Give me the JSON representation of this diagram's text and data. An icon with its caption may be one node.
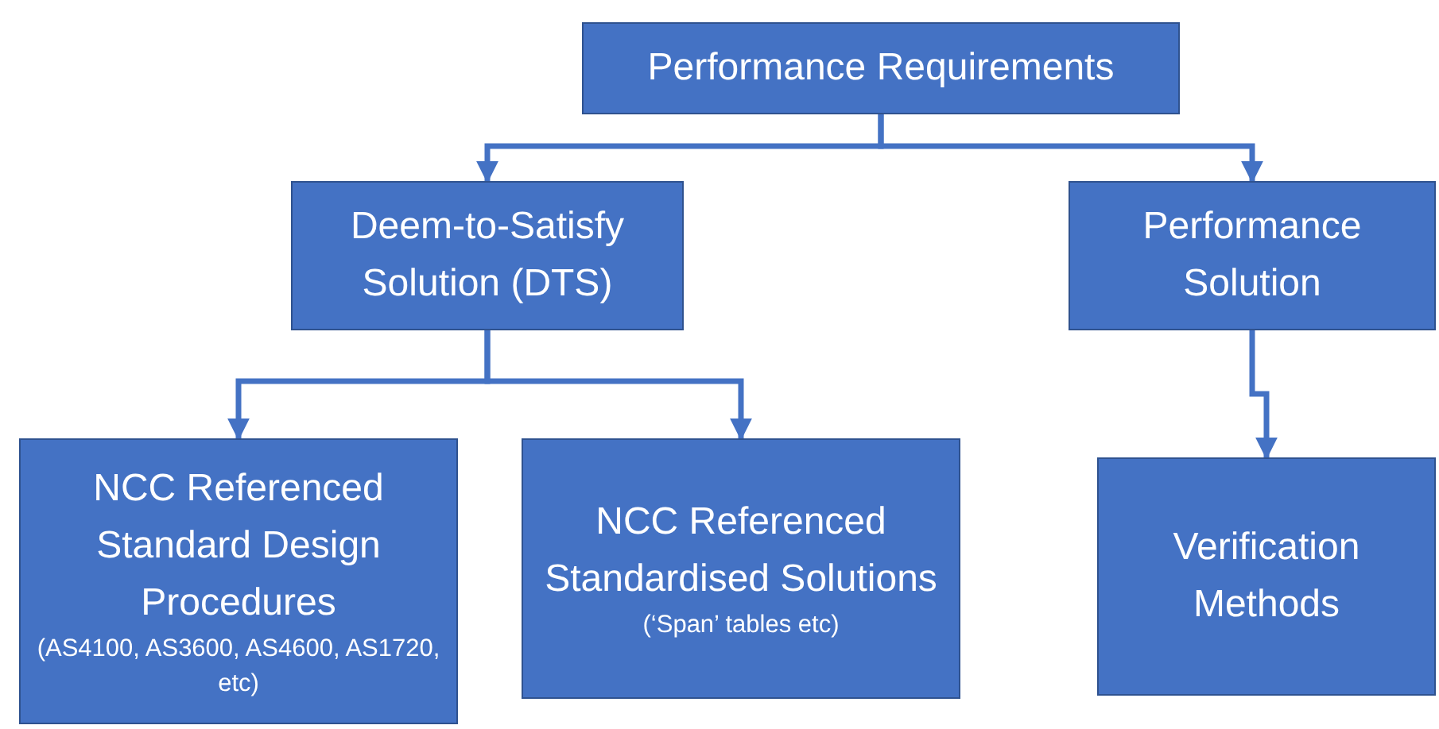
{
  "diagram": {
    "nodes": [
      {
        "text": [
          "Performance Requirements"
        ]
      },
      {
        "text": [
          "Deem-to-Satisfy Solution (DTS)"
        ]
      },
      {
        "text": [
          "Performance Solution"
        ]
      },
      {
        "text": [
          "NCC Referenced Standard Design Procedures",
          "(AS4100, AS3600, AS4600, AS1720, etc)"
        ]
      },
      {
        "text": [
          "NCC Referenced Standardised Solutions",
          "(‘Span’ tables etc)"
        ]
      },
      {
        "text": [
          "Verification Methods"
        ]
      }
    ],
    "edges": [
      {
        "from": 0,
        "to": 1,
        "arrow": "to"
      },
      {
        "from": 0,
        "to": 2,
        "arrow": "to"
      },
      {
        "from": 1,
        "to": 3,
        "arrow": "to"
      },
      {
        "from": 1,
        "to": 4,
        "arrow": "to"
      },
      {
        "from": 2,
        "to": 5,
        "arrow": "to"
      }
    ]
  }
}
